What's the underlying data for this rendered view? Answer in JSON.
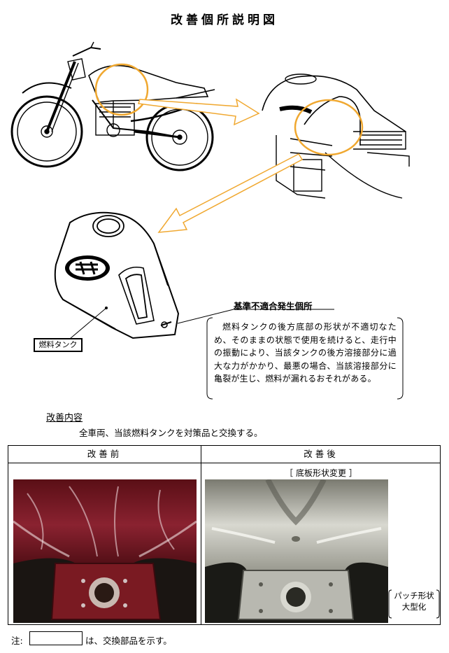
{
  "title": "改善個所説明図",
  "labels": {
    "tank": "燃料タンク",
    "nonconformity_heading": "基準不適合発生個所",
    "description": "燃料タンクの後方底部の形状が不適切なため、そのままの状態で使用を続けると、走行中の振動により、当該タンクの後方溶接部分に過大な力がかかり、最悪の場合、当該溶接部分に亀裂が生じ、燃料が漏れるおそれがある。"
  },
  "improvement": {
    "heading": "改善内容",
    "text": "全車両、当該燃料タンクを対策品と交換する。"
  },
  "table": {
    "before_header": "改善前",
    "after_header": "改善後",
    "after_subheading": "［ 底板形状変更 ］",
    "patch_note_line1": "パッチ形状",
    "patch_note_line2": "大型化"
  },
  "note": {
    "prefix": "注:",
    "text": "は、交換部品を示す。"
  },
  "colors": {
    "highlight_circle": "#f0a830",
    "before_tank": "#7a1a22",
    "after_tank": "#b8b8b0"
  }
}
